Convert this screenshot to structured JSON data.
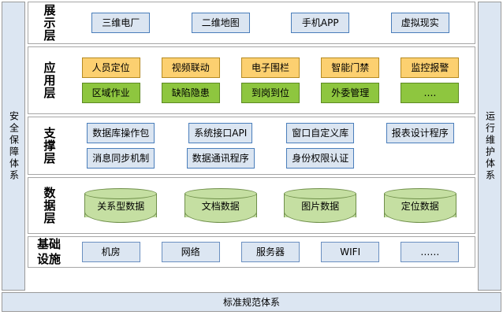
{
  "left_rail": {
    "text": "安全保障体系"
  },
  "right_rail": {
    "text": "运行维护体系"
  },
  "bottom_bar": {
    "text": "标准规范体系"
  },
  "colors": {
    "rail_bg": "#dce6f2",
    "box_blue_bg": "#dbe5f1",
    "box_blue_border": "#4a7ebb",
    "box_orange_bg": "#fcd070",
    "box_orange_border": "#b58a22",
    "box_green_bg": "#8ec63f",
    "box_green_border": "#5e8a24",
    "cylinder_bg": "#c5dfa2",
    "cylinder_border": "#6f8f4a",
    "layer_border": "#a6a6a6",
    "page_bg": "#ffffff"
  },
  "layers": [
    {
      "id": "presentation",
      "label": "展示层",
      "label_style": "vertical",
      "rows": [
        {
          "style": "blue",
          "items": [
            "三维电厂",
            "二维地图",
            "手机APP",
            "虚拟现实"
          ]
        }
      ]
    },
    {
      "id": "application",
      "label": "应用层",
      "label_style": "vertical",
      "rows": [
        {
          "style": "orange",
          "items": [
            "人员定位",
            "视频联动",
            "电子围栏",
            "智能门禁",
            "监控报警"
          ]
        },
        {
          "style": "green",
          "items": [
            "区域作业",
            "缺陷隐患",
            "到岗到位",
            "外委管理",
            "…."
          ]
        }
      ]
    },
    {
      "id": "support",
      "label": "支撑层",
      "label_style": "vertical",
      "rows": [
        {
          "style": "blue",
          "items": [
            "数据库操作包",
            "系统接口API",
            "窗口自定义库",
            "报表设计程序"
          ]
        },
        {
          "style": "blue",
          "items": [
            "消息同步机制",
            "数据通讯程序",
            "身份权限认证"
          ]
        }
      ]
    },
    {
      "id": "data",
      "label": "数据层",
      "label_style": "vertical",
      "rows": [
        {
          "style": "cylinder",
          "items": [
            "关系型数据",
            "文档数据",
            "图片数据",
            "定位数据"
          ]
        }
      ]
    },
    {
      "id": "infrastructure",
      "label": "基础设施",
      "label_style": "twoline",
      "rows": [
        {
          "style": "blue-light",
          "items": [
            "机房",
            "网络",
            "服务器",
            "WIFI",
            "……"
          ]
        }
      ]
    }
  ]
}
